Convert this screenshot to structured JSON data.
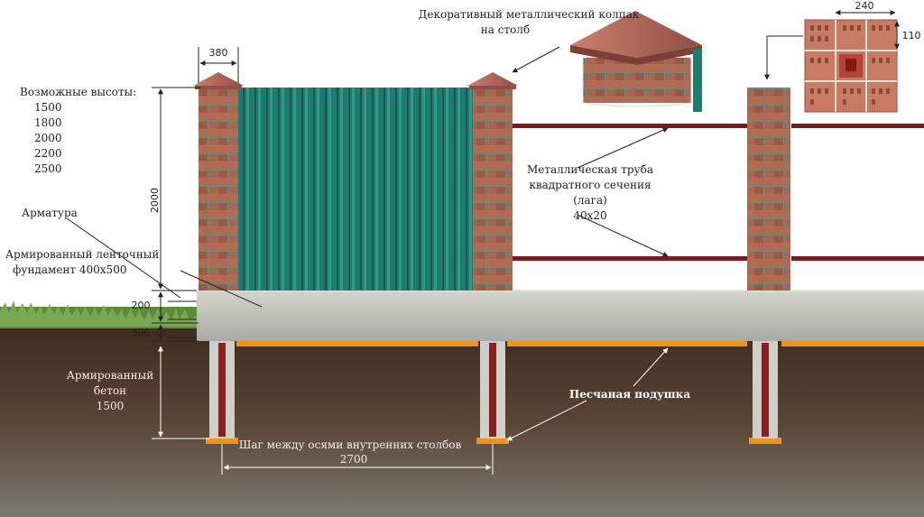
{
  "labels": {
    "cap_title_1": "Декоративный металлический колпак",
    "cap_title_2": "на столб",
    "heights_title": "Возможные высоты:",
    "heights": [
      "1500",
      "1800",
      "2000",
      "2200",
      "2500"
    ],
    "armatura": "Арматура",
    "foundation_1": "Армированный ленточный",
    "foundation_2": "фундамент 400х500",
    "pipe_1": "Металлическая труба",
    "pipe_2": "квадратного сечения",
    "pipe_3": "(лага)",
    "pipe_4": "40х20",
    "concrete_1": "Армированный",
    "concrete_2": "бетон",
    "concrete_3": "1500",
    "sand": "Песчаная подушка",
    "step_1": "Шаг между осями внутренних столбов",
    "step_2": "2700"
  },
  "dimensions": {
    "pillar_width": "380",
    "height_2000": "2000",
    "foundation_200": "200",
    "depth_300": "300",
    "brick_240": "240",
    "brick_110": "110"
  },
  "colors": {
    "brick": "#a8644c",
    "mortar": "#6f8a7c",
    "cap": "#b06a5c",
    "profile_sheet": "#1f7a70",
    "pipe": "#7a1a1a",
    "concrete": "#c9c9c4",
    "soil": "#4a3326",
    "sand": "#f0921e",
    "grass": "#5f8a3c"
  }
}
